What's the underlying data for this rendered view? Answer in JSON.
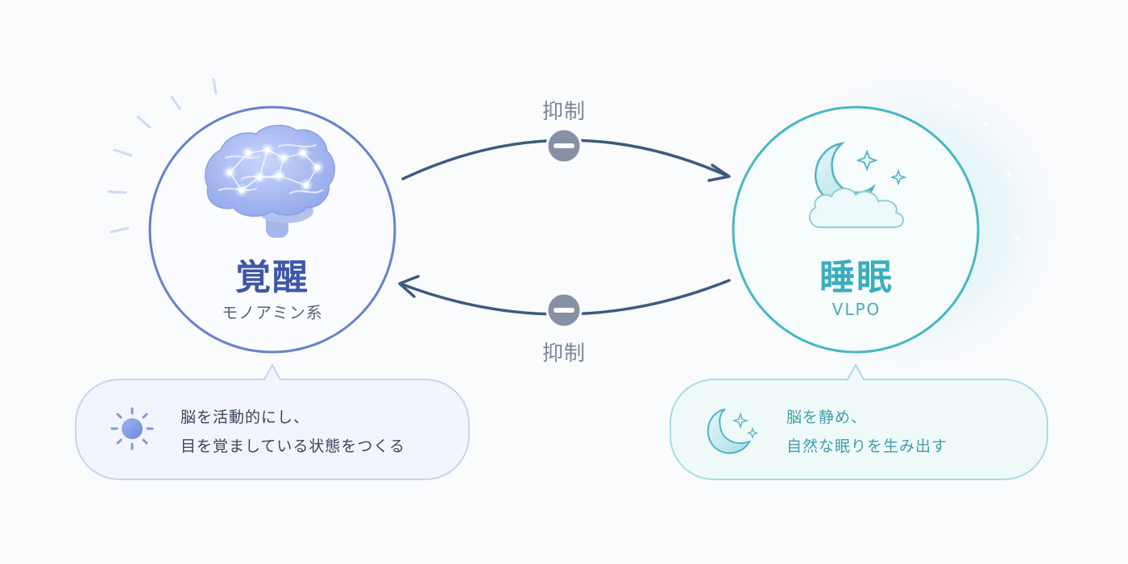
{
  "wake": {
    "title": "覚醒",
    "subtitle": "モノアミン系",
    "description_line1": "脳を活動的にし、",
    "description_line2": "目を覚ましている状態をつくる",
    "icon": "brain-icon",
    "callout_icon": "sun-icon",
    "color": "#5b74c7"
  },
  "sleep": {
    "title": "睡眠",
    "subtitle": "VLPO",
    "description_line1": "脳を静め、",
    "description_line2": "自然な眠りを生み出す",
    "icon": "moon-cloud-icon",
    "callout_icon": "moon-icon",
    "color": "#3fb3c1"
  },
  "arrows": {
    "top_label": "抑制",
    "bottom_label": "抑制",
    "symbol": "minus-icon",
    "color": "#3d5a80"
  }
}
